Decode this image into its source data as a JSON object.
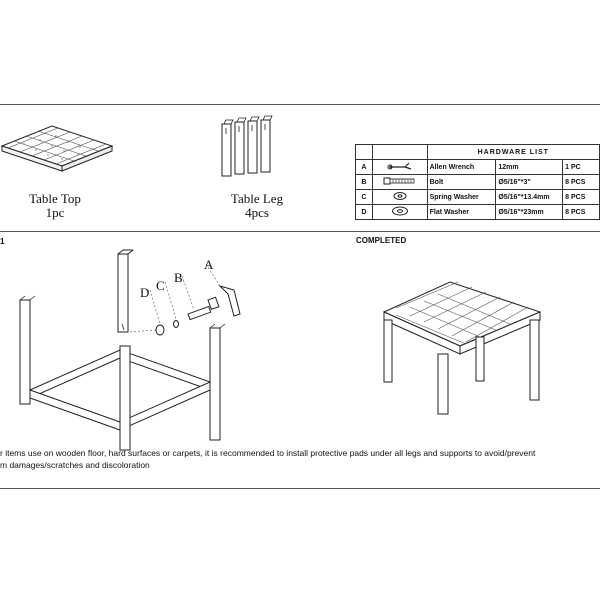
{
  "top_parts": {
    "table_top": {
      "name": "Table Top",
      "qty": "1pc"
    },
    "table_leg": {
      "name": "Table Leg",
      "qty": "4pcs"
    }
  },
  "hardware_list": {
    "title": "HARDWARE   LIST",
    "rows": [
      {
        "letter": "A",
        "icon": "allen-wrench-icon",
        "name": "Allen Wrench",
        "size": "12mm",
        "qty": "1 PC"
      },
      {
        "letter": "B",
        "icon": "bolt-icon",
        "name": "Bolt",
        "size": "Ø5/16\"*3\"",
        "qty": "8 PCS"
      },
      {
        "letter": "C",
        "icon": "spring-washer-icon",
        "name": "Spring Washer",
        "size": "Ø5/16\"*13.4mm",
        "qty": "8 PCS"
      },
      {
        "letter": "D",
        "icon": "flat-washer-icon",
        "name": "Flat Washer",
        "size": "Ø5/16\"*23mm",
        "qty": "8 PCS"
      }
    ]
  },
  "assembly": {
    "step_label": "1",
    "callouts": [
      "D",
      "C",
      "B",
      "A"
    ]
  },
  "completed": {
    "label": "COMPLETED"
  },
  "note": {
    "line1": "r items use on wooden floor, hard surfaces or carpets, it is recommended to install protective pads under all legs and supports to avoid/prevent",
    "line2": "m damages/scratches and discoloration"
  }
}
